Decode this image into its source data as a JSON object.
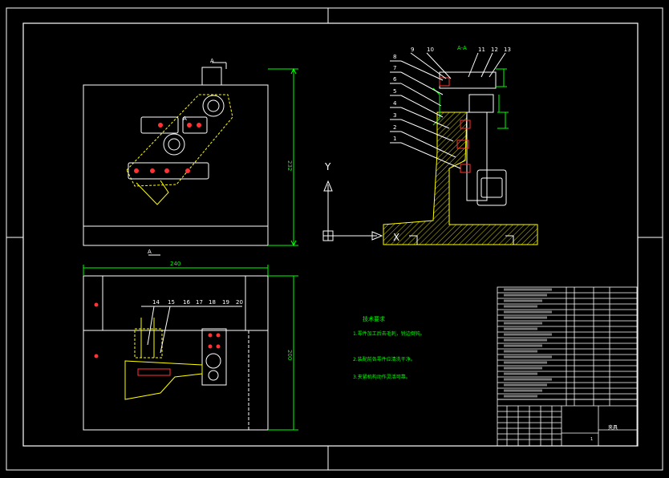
{
  "drawing": {
    "section_label": "A-A",
    "view_marker": "A",
    "width_dim": "240",
    "height_dim_top": "232",
    "height_dim_bottom": "200",
    "callouts_left_side": [
      "8",
      "7",
      "6",
      "5",
      "4",
      "3",
      "2",
      "1"
    ],
    "callouts_top_side": [
      "9",
      "10",
      "11",
      "12",
      "13"
    ],
    "callouts_bottom_view": [
      "14",
      "15",
      "16",
      "17",
      "18",
      "19",
      "20"
    ],
    "ucs_y_label": "Y",
    "ucs_x_label": "X",
    "notes_title": "技术要求",
    "notes_lines": [
      "1.零件加工后去毛刺，锐边倒钝。",
      "2.装配前各零件应清洗干净。",
      "3.夹紧机构动作灵活可靠。"
    ],
    "title_block_name": "夹具",
    "sheet_number": "1"
  },
  "colors": {
    "background": "#000000",
    "border": "#ffffff",
    "outline": "#ffffff",
    "hidden": "#ffff00",
    "dimension": "#00ff00",
    "center": "#ff3333",
    "part": "#cccc66",
    "notes": "#00ff00"
  }
}
